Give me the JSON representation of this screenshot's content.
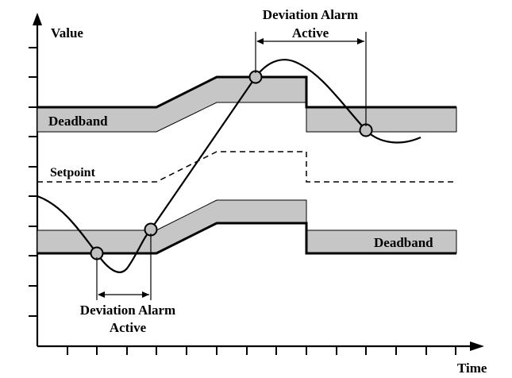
{
  "labels": {
    "y_axis": "Value",
    "x_axis": "Time",
    "setpoint": "Setpoint",
    "deadband_upper": "Deadband",
    "deadband_lower": "Deadband",
    "alarm_top_line1": "Deviation Alarm",
    "alarm_top_line2": "Active",
    "alarm_bottom_line1": "Deviation Alarm",
    "alarm_bottom_line2": "Active"
  },
  "colors": {
    "band_fill": "#c6c6c6",
    "marker_fill": "#c0c0c0",
    "line": "#000000"
  }
}
